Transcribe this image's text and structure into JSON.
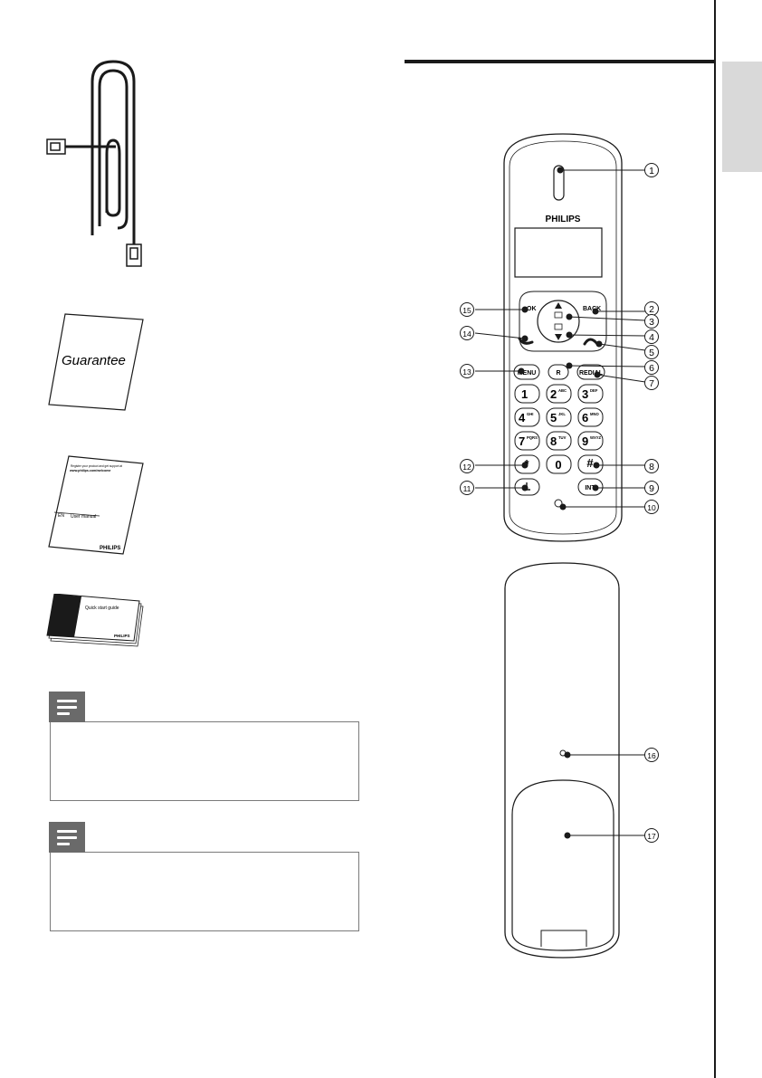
{
  "page": {
    "side_tab_color": "#d9d9d9",
    "accent_dark": "#1a1a1a"
  },
  "box_contents": {
    "guarantee_label": "Guarantee",
    "manual_url_line1": "Register your product and get support at",
    "manual_url_line2": "www.philips.com/welcome",
    "manual_lang": "EN",
    "manual_title": "User manual",
    "manual_brand": "PHILIPS",
    "qsg_title": "Quick start guide",
    "qsg_brand": "PHILIPS"
  },
  "handset_front": {
    "brand": "PHILIPS",
    "keys": {
      "ok": "OK",
      "back": "BACK",
      "menu": "MENU",
      "r": "R",
      "redial": "REDIAL",
      "int": "INT",
      "star": "*",
      "hash": "#",
      "zero": "0"
    },
    "digits": [
      {
        "d": "1",
        "sub": ""
      },
      {
        "d": "2",
        "sub": "ABC"
      },
      {
        "d": "3",
        "sub": "DEF"
      },
      {
        "d": "4",
        "sub": "GHI"
      },
      {
        "d": "5",
        "sub": "JKL"
      },
      {
        "d": "6",
        "sub": "MNO"
      },
      {
        "d": "7",
        "sub": "PQRS"
      },
      {
        "d": "8",
        "sub": "TUV"
      },
      {
        "d": "9",
        "sub": "WXYZ"
      }
    ]
  },
  "callouts": [
    "1",
    "2",
    "3",
    "4",
    "5",
    "6",
    "7",
    "8",
    "9",
    "10",
    "11",
    "12",
    "13",
    "14",
    "15",
    "16",
    "17"
  ]
}
